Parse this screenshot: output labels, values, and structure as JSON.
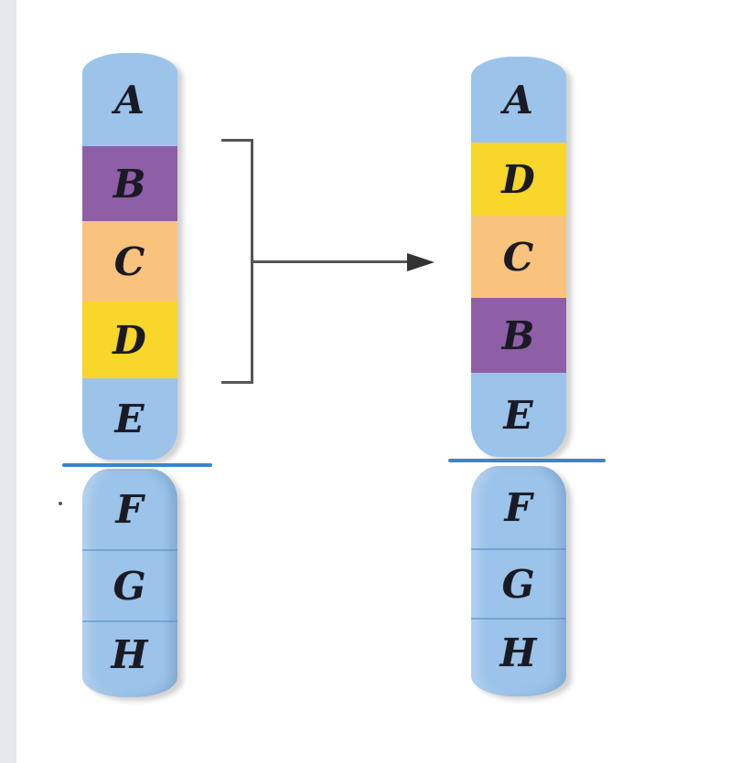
{
  "colors": {
    "blue": "#9cc4ea",
    "purple": "#8e5fa6",
    "orange": "#f9c37d",
    "yellow": "#f8d62a",
    "centromere": "#3a86c8"
  },
  "original": {
    "top_bands": [
      {
        "label": "A",
        "color": "#9cc4ea"
      },
      {
        "label": "B",
        "color": "#8e5fa6"
      },
      {
        "label": "C",
        "color": "#f9c37d"
      },
      {
        "label": "D",
        "color": "#f8d62a"
      },
      {
        "label": "E",
        "color": "#9cc4ea"
      }
    ],
    "bottom_bands": [
      {
        "label": "F"
      },
      {
        "label": "G"
      },
      {
        "label": "H"
      }
    ]
  },
  "inverted": {
    "top_bands": [
      {
        "label": "A",
        "color": "#9cc4ea"
      },
      {
        "label": "D",
        "color": "#f8d62a"
      },
      {
        "label": "C",
        "color": "#f9c37d"
      },
      {
        "label": "B",
        "color": "#8e5fa6"
      },
      {
        "label": "E",
        "color": "#9cc4ea"
      }
    ],
    "bottom_bands": [
      {
        "label": "F"
      },
      {
        "label": "G"
      },
      {
        "label": "H"
      }
    ]
  }
}
